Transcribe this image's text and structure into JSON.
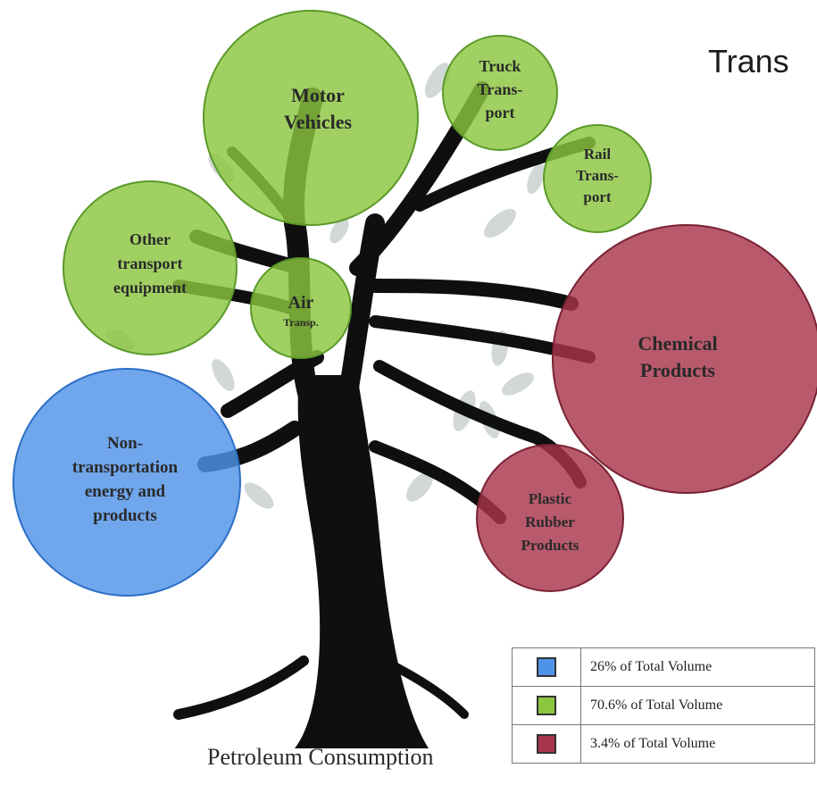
{
  "title": "Trans",
  "footer_label": "Petroleum Consumption",
  "colors": {
    "blue": "#4f93e8",
    "green": "#8cc63f",
    "red": "#a8354c",
    "trunk": "#0f0f0f"
  },
  "bubbles": {
    "motor_vehicles": [
      "Motor",
      "Vehicles"
    ],
    "truck_transport": [
      "Truck",
      "Trans-",
      "port"
    ],
    "rail_transport": [
      "Rail",
      "Trans-",
      "port"
    ],
    "other_transport_equipment": [
      "Other",
      "transport",
      "equipment"
    ],
    "air_transport": [
      "Air",
      "Transp."
    ],
    "chemical_products": [
      "Chemical",
      "Products"
    ],
    "non_transportation": [
      "Non-",
      "transportation",
      "energy and",
      "products"
    ],
    "plastic_rubber": [
      "Plastic",
      "Rubber",
      "Products"
    ]
  },
  "legend": [
    {
      "color": "blue",
      "label": "26% of Total Volume"
    },
    {
      "color": "green",
      "label": "70.6% of Total Volume"
    },
    {
      "color": "red",
      "label": "3.4% of Total Volume"
    }
  ]
}
